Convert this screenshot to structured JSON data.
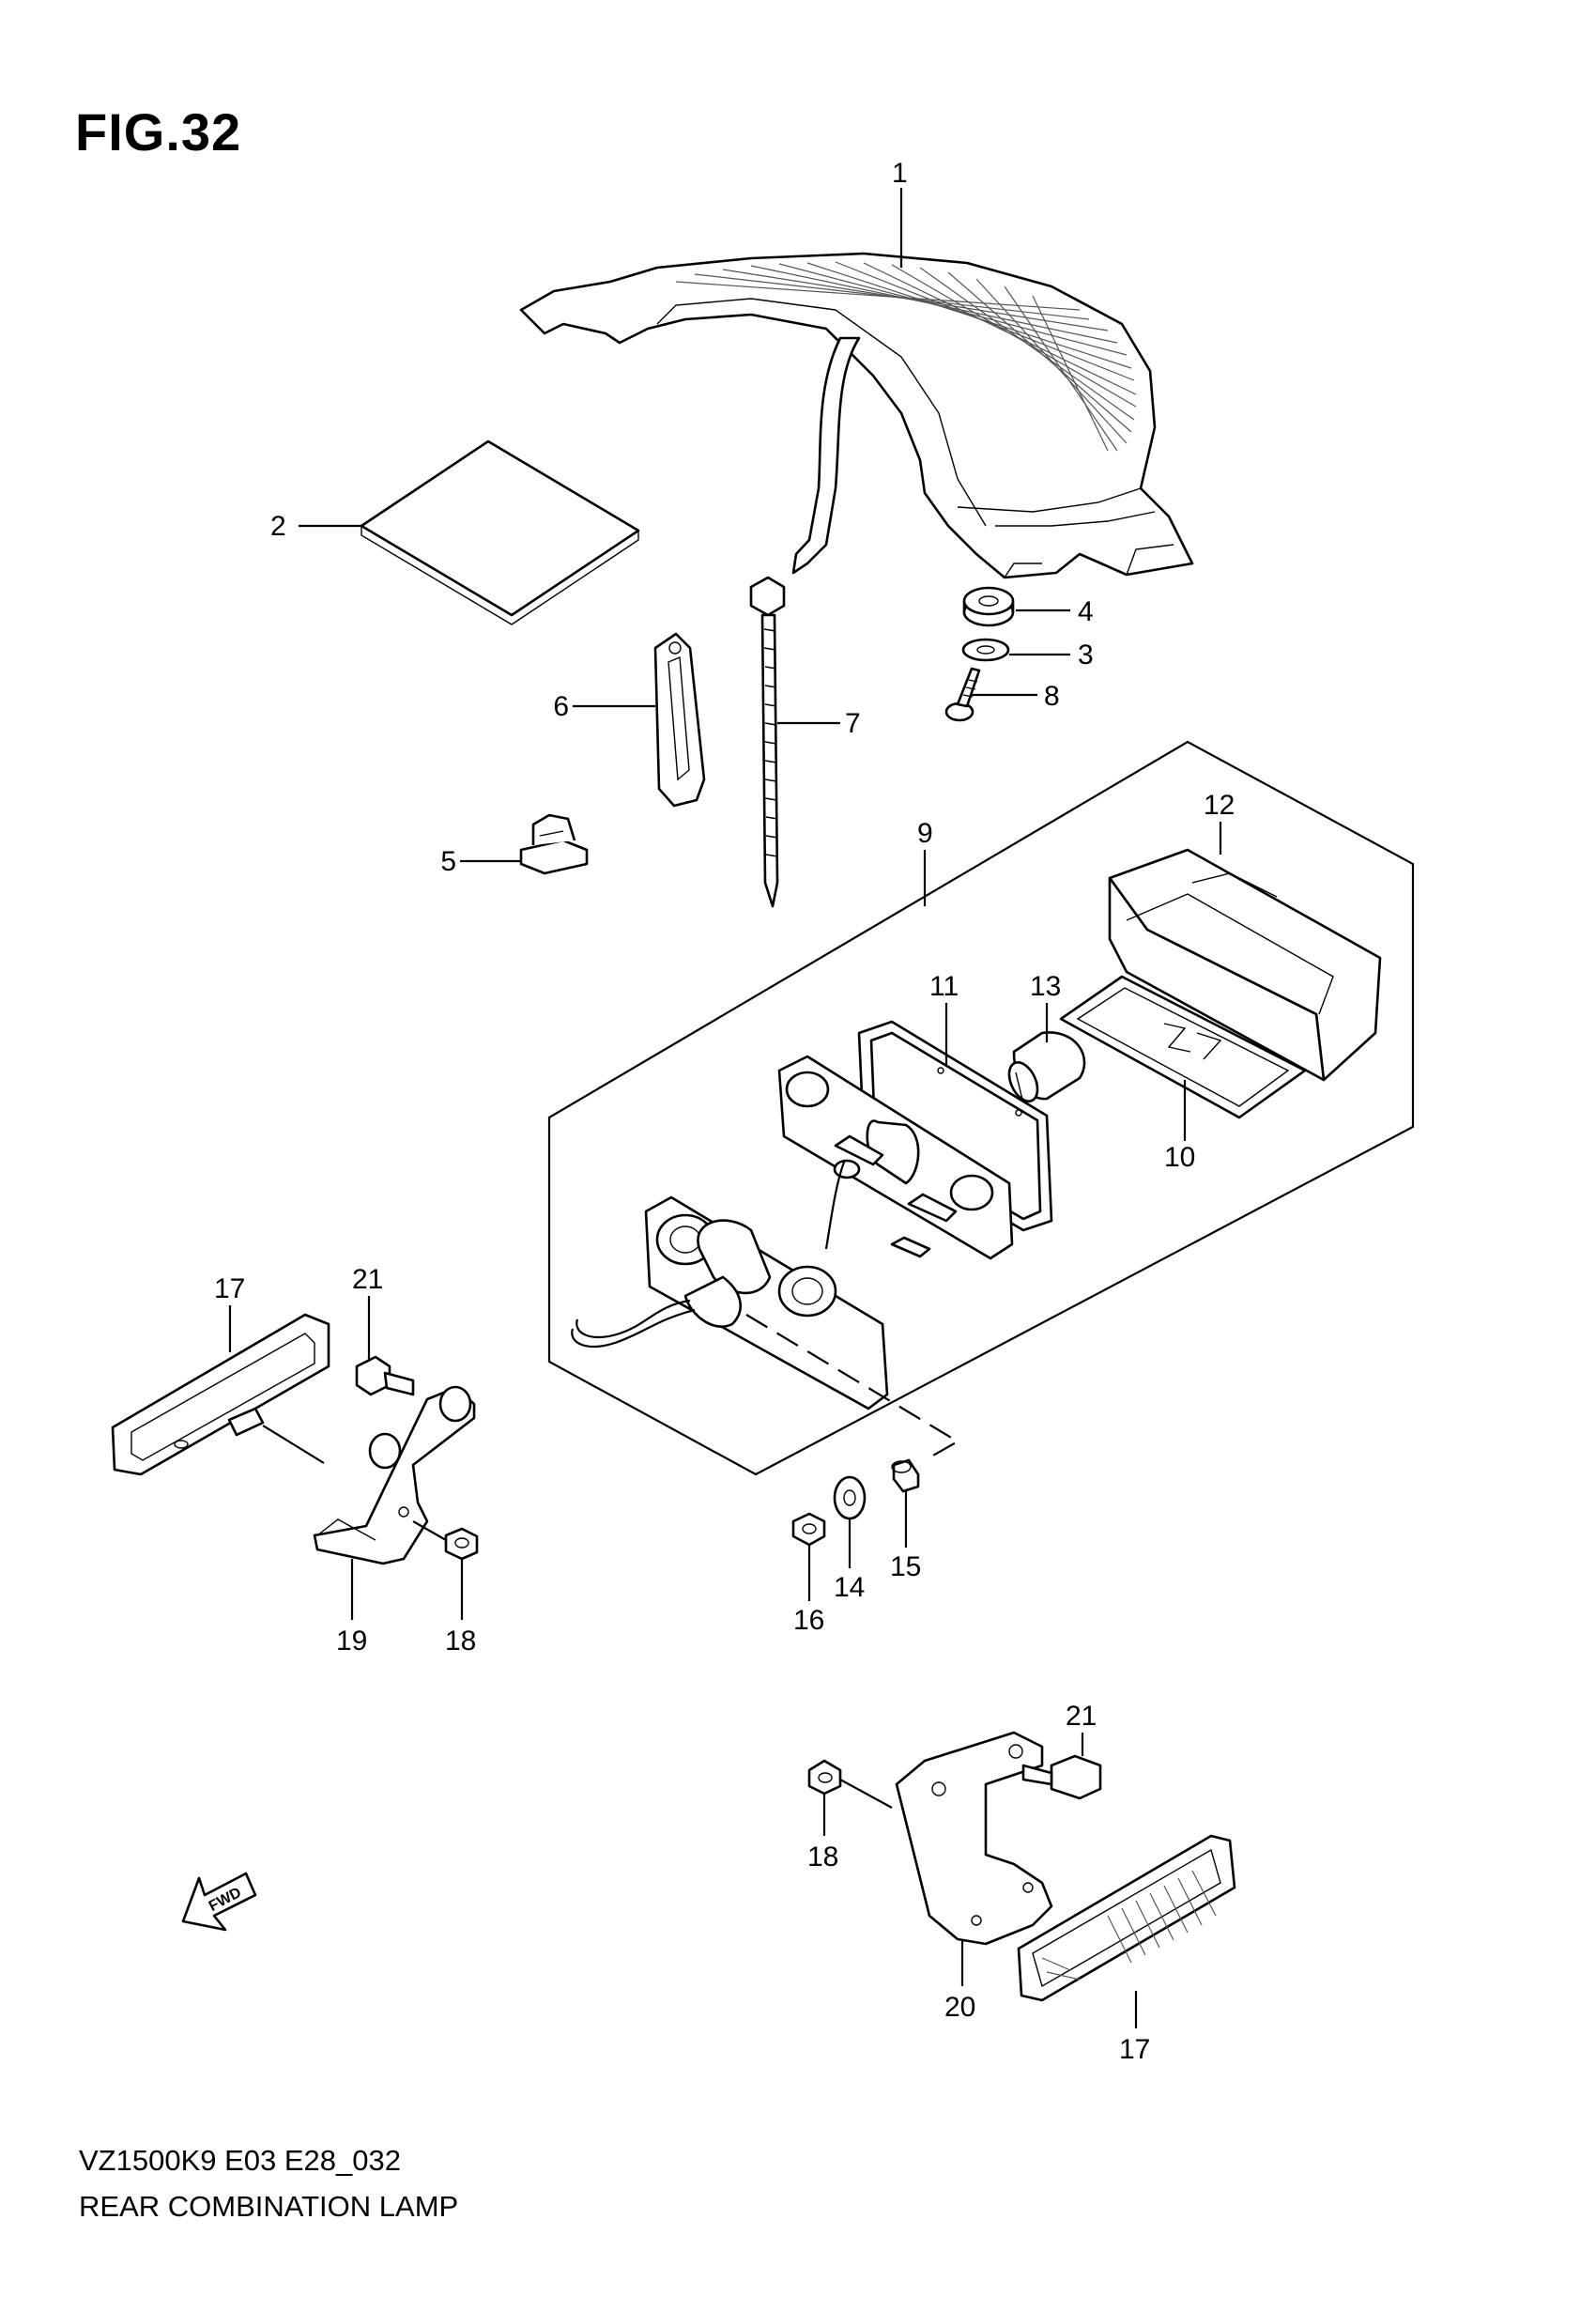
{
  "figure": {
    "title": "FIG.32",
    "code": "VZ1500K9 E03 E28_032",
    "name": "REAR COMBINATION LAMP"
  },
  "fwd_arrow_label": "FWD",
  "callouts": {
    "c1": "1",
    "c2": "2",
    "c3": "3",
    "c4": "4",
    "c5": "5",
    "c6": "6",
    "c7": "7",
    "c8": "8",
    "c9": "9",
    "c10": "10",
    "c11": "11",
    "c12": "12",
    "c13": "13",
    "c14": "14",
    "c15": "15",
    "c16": "16",
    "c17a": "17",
    "c17b": "17",
    "c18a": "18",
    "c18b": "18",
    "c19": "19",
    "c20": "20",
    "c21a": "21",
    "c21b": "21"
  }
}
